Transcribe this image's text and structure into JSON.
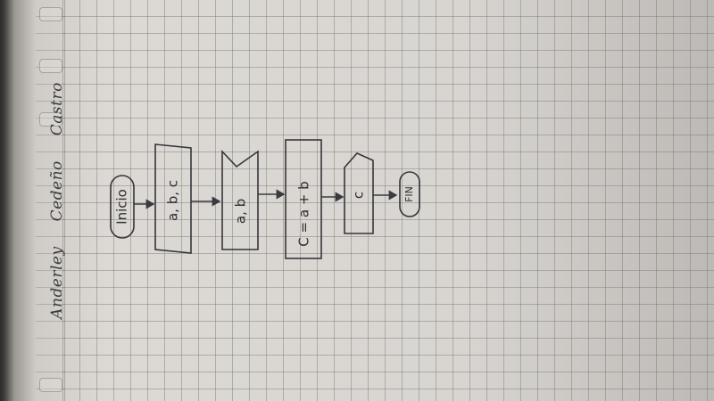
{
  "author": {
    "first": "Anderley",
    "second": "Cedeño",
    "third": "Castro"
  },
  "flowchart": {
    "start_label": "Inicio",
    "input_label": "a, b, c",
    "read_label": "a, b",
    "process_label": "C = a + b",
    "output_label": "c",
    "end_label": "FIN"
  },
  "colors": {
    "ink": "#2f2f33",
    "paper": "#dcd9d4",
    "grid_line": "#787673"
  }
}
